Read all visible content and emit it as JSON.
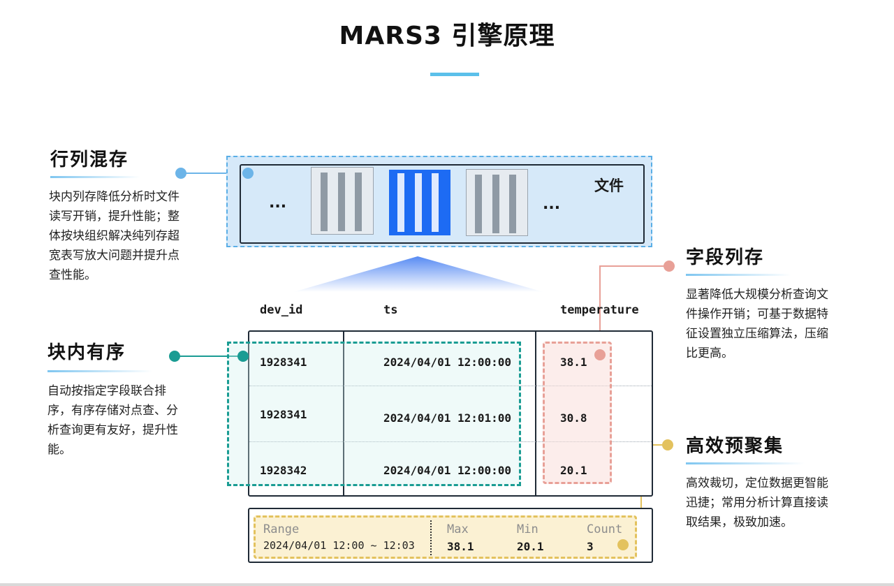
{
  "title": "MARS3 引擎原理",
  "sections": {
    "hybrid": {
      "heading": "行列混存",
      "lines": [
        "块内列存降低分析时文件",
        "读写开销，提升性能；整",
        "体按块组织解决纯列存超",
        "宽表写放大问题并提升点",
        "查性能。"
      ]
    },
    "sorted": {
      "heading": "块内有序",
      "lines": [
        "自动按指定字段联合排",
        "序，有序存储对点查、分",
        "析查询更有友好，提升性",
        "能。"
      ]
    },
    "column": {
      "heading": "字段列存",
      "lines": [
        "显著降低大规模分析查询文",
        "件操作开销；可基于数据特",
        "征设置独立压缩算法，压缩",
        "比更高。"
      ]
    },
    "preagg": {
      "heading": "高效预聚集",
      "lines": [
        "高效裁切，定位数据更智能",
        "迅捷；常用分析计算直接读",
        "取结果，极致加速。"
      ]
    }
  },
  "file": {
    "label": "文件",
    "ellipsis_left": "...",
    "ellipsis_right": "..."
  },
  "table": {
    "headers": [
      "dev_id",
      "ts",
      "temperature"
    ],
    "rows": [
      [
        "1928341",
        "2024/04/01 12:00:00",
        "38.1"
      ],
      [
        "1928341",
        "2024/04/01 12:01:00",
        "30.8"
      ],
      [
        "1928342",
        "2024/04/01 12:00:00",
        "20.1"
      ]
    ]
  },
  "aggregate": {
    "range_label": "Range",
    "range_value": "2024/04/01 12:00 ~ 12:03",
    "max_label": "Max",
    "max_value": "38.1",
    "min_label": "Min",
    "min_value": "20.1",
    "count_label": "Count",
    "count_value": "3"
  },
  "colors": {
    "blue": "#5aaee6",
    "teal": "#1a9c93",
    "pink": "#e8a097",
    "gold": "#e3c25e",
    "accent": "#1d6bf3"
  }
}
